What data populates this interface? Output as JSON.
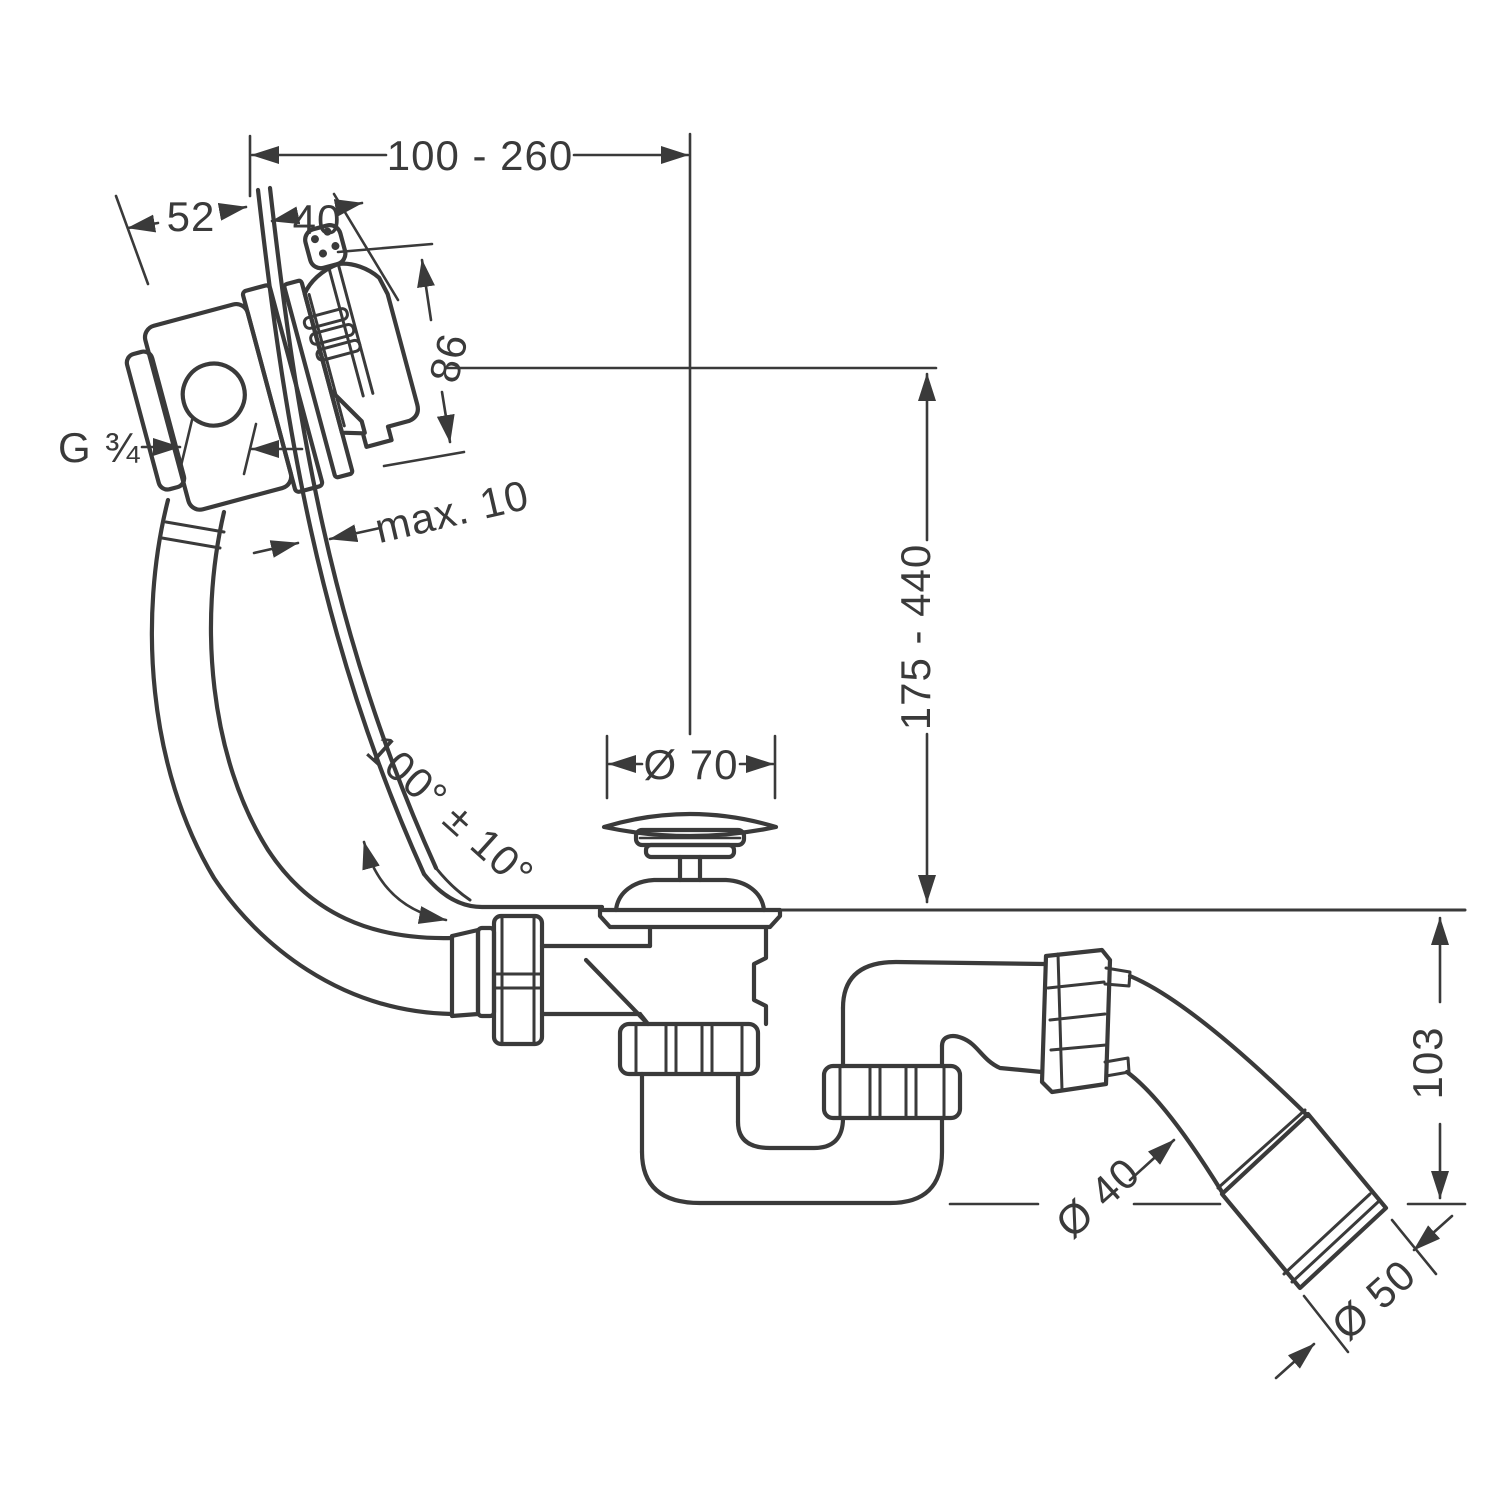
{
  "figure": {
    "type": "technical-line-drawing",
    "subject": "bath waste, overflow filler and trap set - dimensioned side section",
    "background_color": "#ffffff",
    "line_color": "#3a3a3a",
    "text_color": "#3a3a3a"
  },
  "annotations": {
    "span_range": "100 - 260",
    "back_offset": "52",
    "front_offset": "40",
    "unit_height": "86",
    "thread_size": "G ¾",
    "wall_thickness": "max. 10",
    "depth_range": "175 - 440",
    "plug_diameter": "Ø 70",
    "swivel_angle": "100° ± 10°",
    "outlet_drop": "103",
    "pipe_diameter": "Ø 40",
    "socket_diameter": "Ø 50"
  }
}
